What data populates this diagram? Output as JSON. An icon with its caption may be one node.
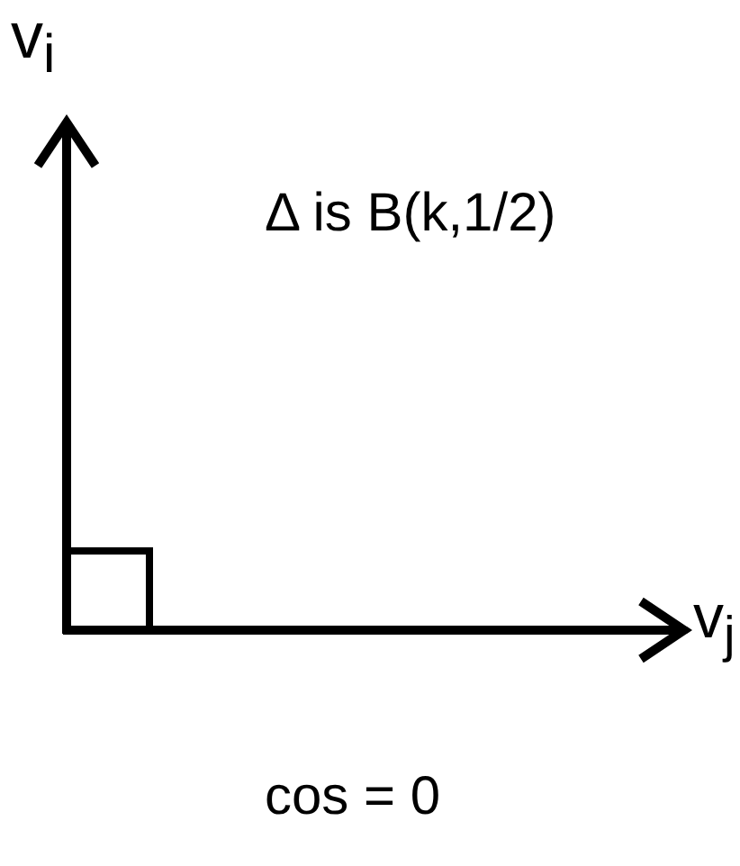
{
  "diagram": {
    "labels": [
      "v$_{i}$",
      "Δ is B(k,1/2)",
      "v$_{j}$",
      "cos = 0"
    ]
  }
}
